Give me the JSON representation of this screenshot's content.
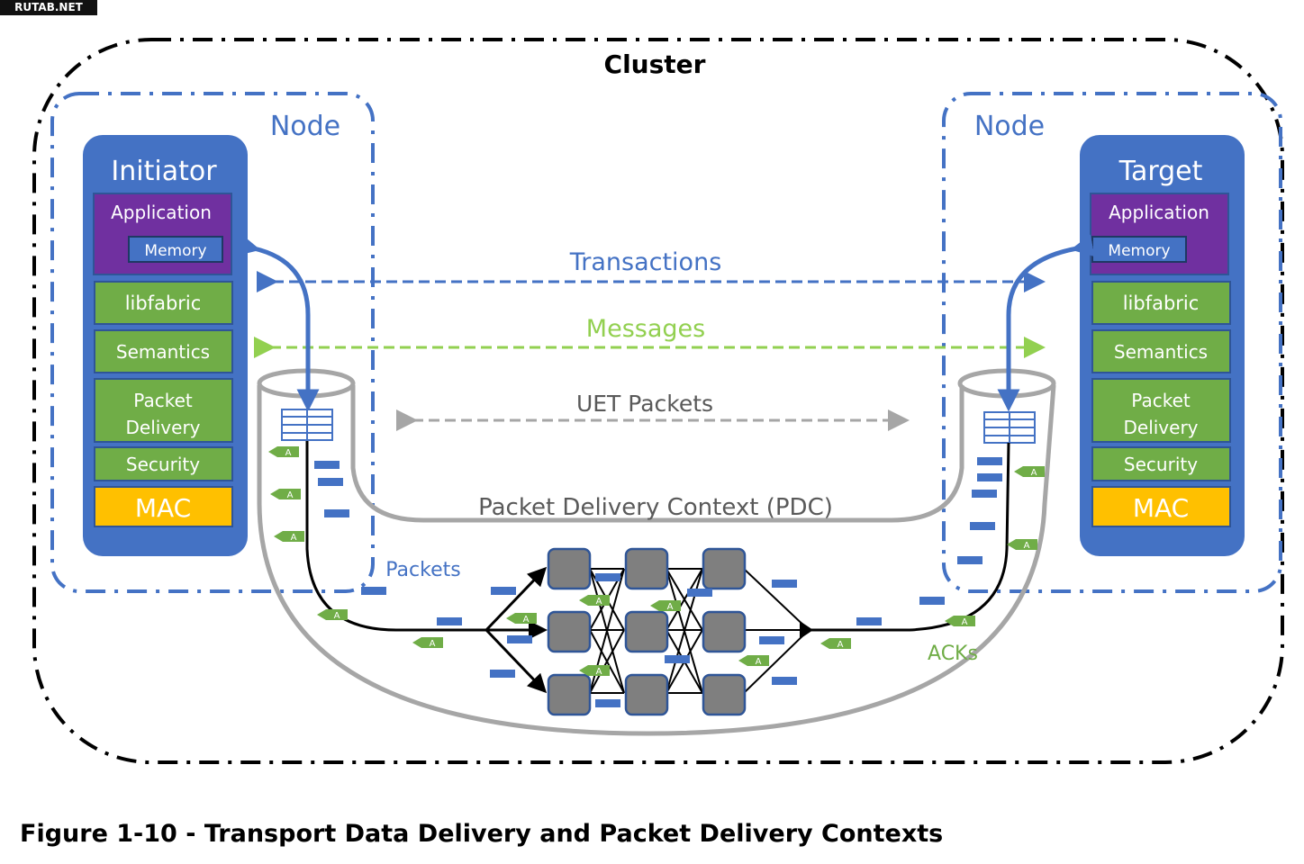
{
  "watermark": "RUTAB.NET",
  "cluster_label": "Cluster",
  "node_left_label": "Node",
  "node_right_label": "Node",
  "initiator": {
    "title": "Initiator",
    "application": "Application",
    "memory": "Memory",
    "libfabric": "libfabric",
    "semantics": "Semantics",
    "packet_delivery_line1": "Packet",
    "packet_delivery_line2": "Delivery",
    "security": "Security",
    "mac": "MAC"
  },
  "target": {
    "title": "Target",
    "application": "Application",
    "memory": "Memory",
    "libfabric": "libfabric",
    "semantics": "Semantics",
    "packet_delivery_line1": "Packet",
    "packet_delivery_line2": "Delivery",
    "security": "Security",
    "mac": "MAC"
  },
  "flows": {
    "transactions": "Transactions",
    "messages": "Messages",
    "uet_packets": "UET Packets",
    "pdc": "Packet Delivery Context (PDC)",
    "packets": "Packets",
    "acks": "ACKs",
    "ack_mark": "A"
  },
  "caption": "Figure 1-10 - Transport Data Delivery and Packet Delivery Contexts",
  "colors": {
    "blue": "#4472c4",
    "dark_blue": "#2f5597",
    "purple": "#7030a0",
    "green": "#70ad47",
    "light_green": "#92d050",
    "mac_yellow": "#ffc000",
    "gray": "#a6a6a6",
    "switch_gray": "#7f7f7f"
  }
}
